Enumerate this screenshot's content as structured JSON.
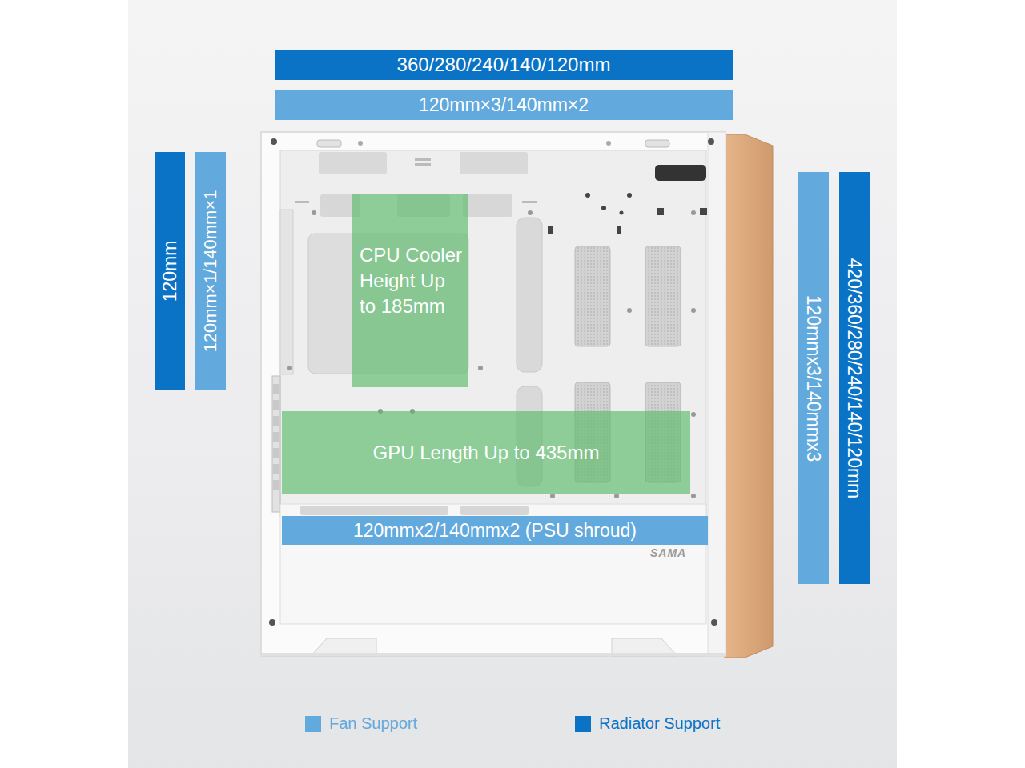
{
  "diagram": {
    "nodes": [
      {
        "text": [
          "360/280/240/140/120mm"
        ]
      },
      {
        "text": [
          "120mm×3/140mm×2"
        ]
      },
      {
        "text": [
          "120mm"
        ]
      },
      {
        "text": [
          "120mm×1/140mm×1"
        ]
      },
      {
        "text": [
          "CPU Cooler Height Up to 185mm"
        ]
      },
      {
        "text": [
          "120mmx3/140mmx3"
        ]
      },
      {
        "text": [
          "420/360/280/240/140/120mm"
        ]
      },
      {
        "text": [
          "GPU Length Up to 435mm"
        ]
      },
      {
        "text": [
          "120mmx2/140mmx2 (PSU shroud)"
        ]
      }
    ],
    "labels": [
      "SAMA"
    ],
    "legend": [
      {
        "text": "Fan Support",
        "color": "#62a9dd"
      },
      {
        "text": "Radiator Support",
        "color": "#0a73c6"
      }
    ]
  }
}
